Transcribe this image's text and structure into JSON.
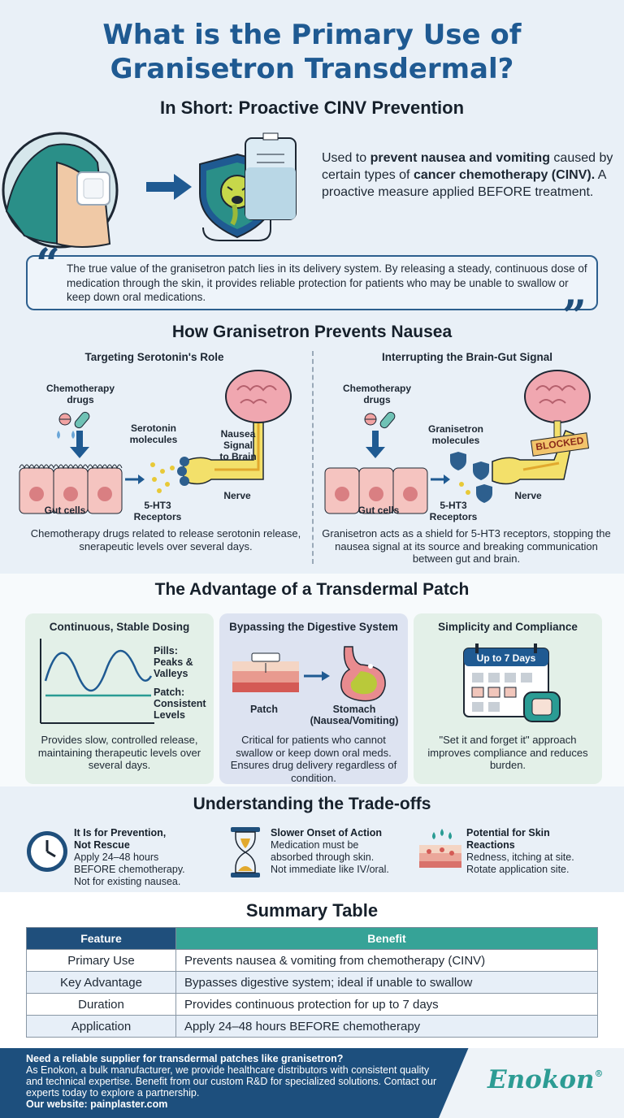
{
  "header": {
    "title_line1": "What is the Primary Use of",
    "title_line2": "Granisetron Transdermal?",
    "subtitle": "In Short: Proactive CINV Prevention"
  },
  "intro": {
    "t1": "Used to ",
    "b1": "prevent nausea and vomiting",
    "t2": " caused by certain types of ",
    "b2": "cancer chemotherapy (CINV).",
    "t3": " A proactive measure applied BEFORE treatment."
  },
  "quote": {
    "text": "The true value of the granisetron patch lies in its delivery system. By releasing a steady, continuous dose of medication through the skin, it provides reliable protection for patients who may be unable to swallow or keep down oral medications.",
    "open_mark": "“",
    "close_mark": "”"
  },
  "mechanism": {
    "heading": "How Granisetron Prevents Nausea",
    "left": {
      "title": "Targeting Serotonin's Role",
      "chemo_label_1": "Chemotherapy",
      "chemo_label_2": "drugs",
      "serotonin_label_1": "Serotonin",
      "serotonin_label_2": "molecules",
      "signal_label_1": "Nausea",
      "signal_label_2": "Signal",
      "signal_label_3": "to Brain",
      "nerve_label": "Nerve",
      "gut_label": "Gut cells",
      "receptor_label_1": "5-HT3",
      "receptor_label_2": "Receptors",
      "caption": "Chemotherapy drugs related to release serotonin release, ѕnerapeutic levels over several days."
    },
    "right": {
      "title": "Interrupting the Brain-Gut Signal",
      "chemo_label_1": "Chemotherapy",
      "chemo_label_2": "drugs",
      "granisetron_label_1": "Granisetron",
      "granisetron_label_2": "molecules",
      "blocked_label": "BLOCKED",
      "nerve_label": "Nerve",
      "gut_label": "Gut cells",
      "receptor_label_1": "5-HT3",
      "receptor_label_2": "Receptors",
      "caption": "Granisetron acts as a shield for 5-HT3 receptors, stopping the nausea signal at its source and breaking communication between gut and brain."
    }
  },
  "advantage": {
    "heading": "The Advantage of a Transdermal Patch",
    "cards": [
      {
        "title": "Continuous, Stable Dosing",
        "pills_1": "Pills:",
        "pills_2": "Peaks &",
        "pills_3": "Valleys",
        "patch_1": "Patch:",
        "patch_2": "Consistent",
        "patch_3": "Levels",
        "caption": "Provides slow, controlled release, maintaining therapeutic levels over several days."
      },
      {
        "title": "Bypassing the Digestive System",
        "patch_label": "Patch",
        "stomach_1": "Stomach",
        "stomach_2": "(Nausea/Vomiting)",
        "caption": "Critical for patients who cannot swallow or keep down oral meds. Ensures drug delivery regardless of condition."
      },
      {
        "title": "Simplicity and Compliance",
        "calendar_label": "Up to 7 Days",
        "caption": "\"Set it and forget it\" approach improves compliance and reduces burden."
      }
    ]
  },
  "tradeoffs": {
    "heading": "Understanding the Trade-offs",
    "items": [
      {
        "title_1": "It Is for Prevention,",
        "title_2": "Not Rescue",
        "body_1": "Apply 24–48 hours",
        "body_2": "BEFORE chemotherapy.",
        "body_3": "Not for existing nausea.",
        "icon": "clock-icon"
      },
      {
        "title_1": "Slower Onset of Action",
        "body_1": "Medication must be",
        "body_2": "absorbed through skin.",
        "body_3": "Not immediate like IV/oral.",
        "icon": "hourglass-icon"
      },
      {
        "title_1": "Potential for Skin",
        "title_2": "Reactions",
        "body_1": "Redness, itching at site.",
        "body_2": "Rotate application site.",
        "icon": "skin-reaction-icon"
      }
    ]
  },
  "summary": {
    "heading": "Summary Table",
    "columns": [
      "Feature",
      "Benefit"
    ],
    "rows": [
      [
        "Primary Use",
        "Prevents nausea & vomiting from chemotherapy (CINV)"
      ],
      [
        "Key Advantage",
        "Bypasses digestive system; ideal if unable to swallow"
      ],
      [
        "Duration",
        "Provides continuous protection for up to 7 days"
      ],
      [
        "Application",
        "Apply 24–48 hours BEFORE chemotherapy"
      ]
    ]
  },
  "footer": {
    "question": "Need a reliable supplier for transdermal patches like granisetron?",
    "body": "As Enokon, a bulk manufacturer, we provide healthcare distributors with consistent quality and technical expertise. Benefit from our custom R&D for specialized solutions. Contact our experts today to explore a partnership.",
    "website": "Our website: painplaster.com",
    "brand": "Enokon",
    "brand_mark": "®"
  },
  "colors": {
    "title_blue": "#1f5a92",
    "navy": "#1d4f7d",
    "teal": "#2d9c94",
    "table_header_left": "#1f4f7c",
    "table_header_right": "#36a397",
    "card_green": "#e3f0e8",
    "card_blue": "#dde3f1"
  }
}
